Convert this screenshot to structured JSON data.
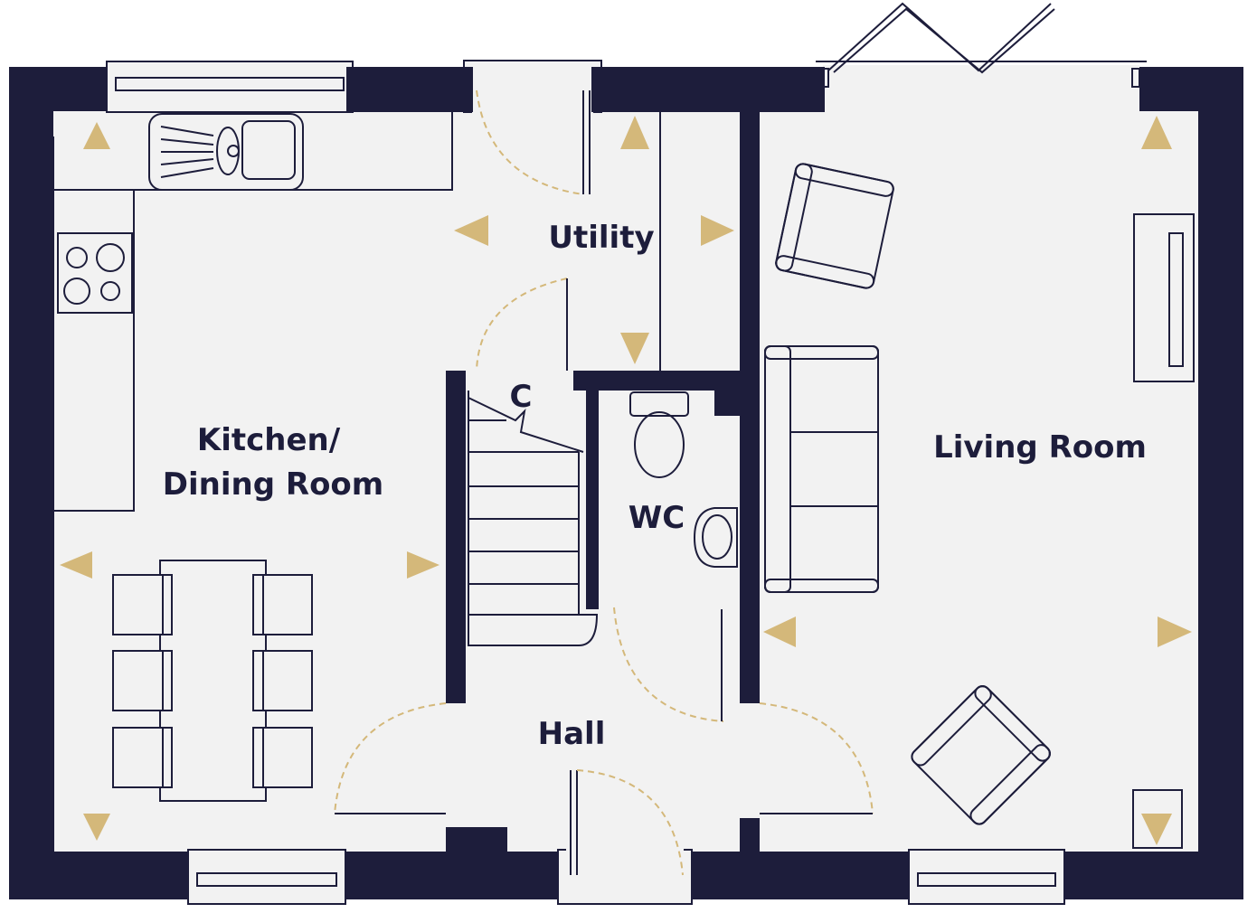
{
  "rooms": {
    "kitchen_line1": "Kitchen/",
    "kitchen_line2": "Dining Room",
    "utility": "Utility",
    "cupboard": "C",
    "wc": "WC",
    "living": "Living Room",
    "hall": "Hall"
  },
  "colors": {
    "wall": "#1d1d3b",
    "floor": "#f2f2f2",
    "accent": "#d4b87a"
  }
}
